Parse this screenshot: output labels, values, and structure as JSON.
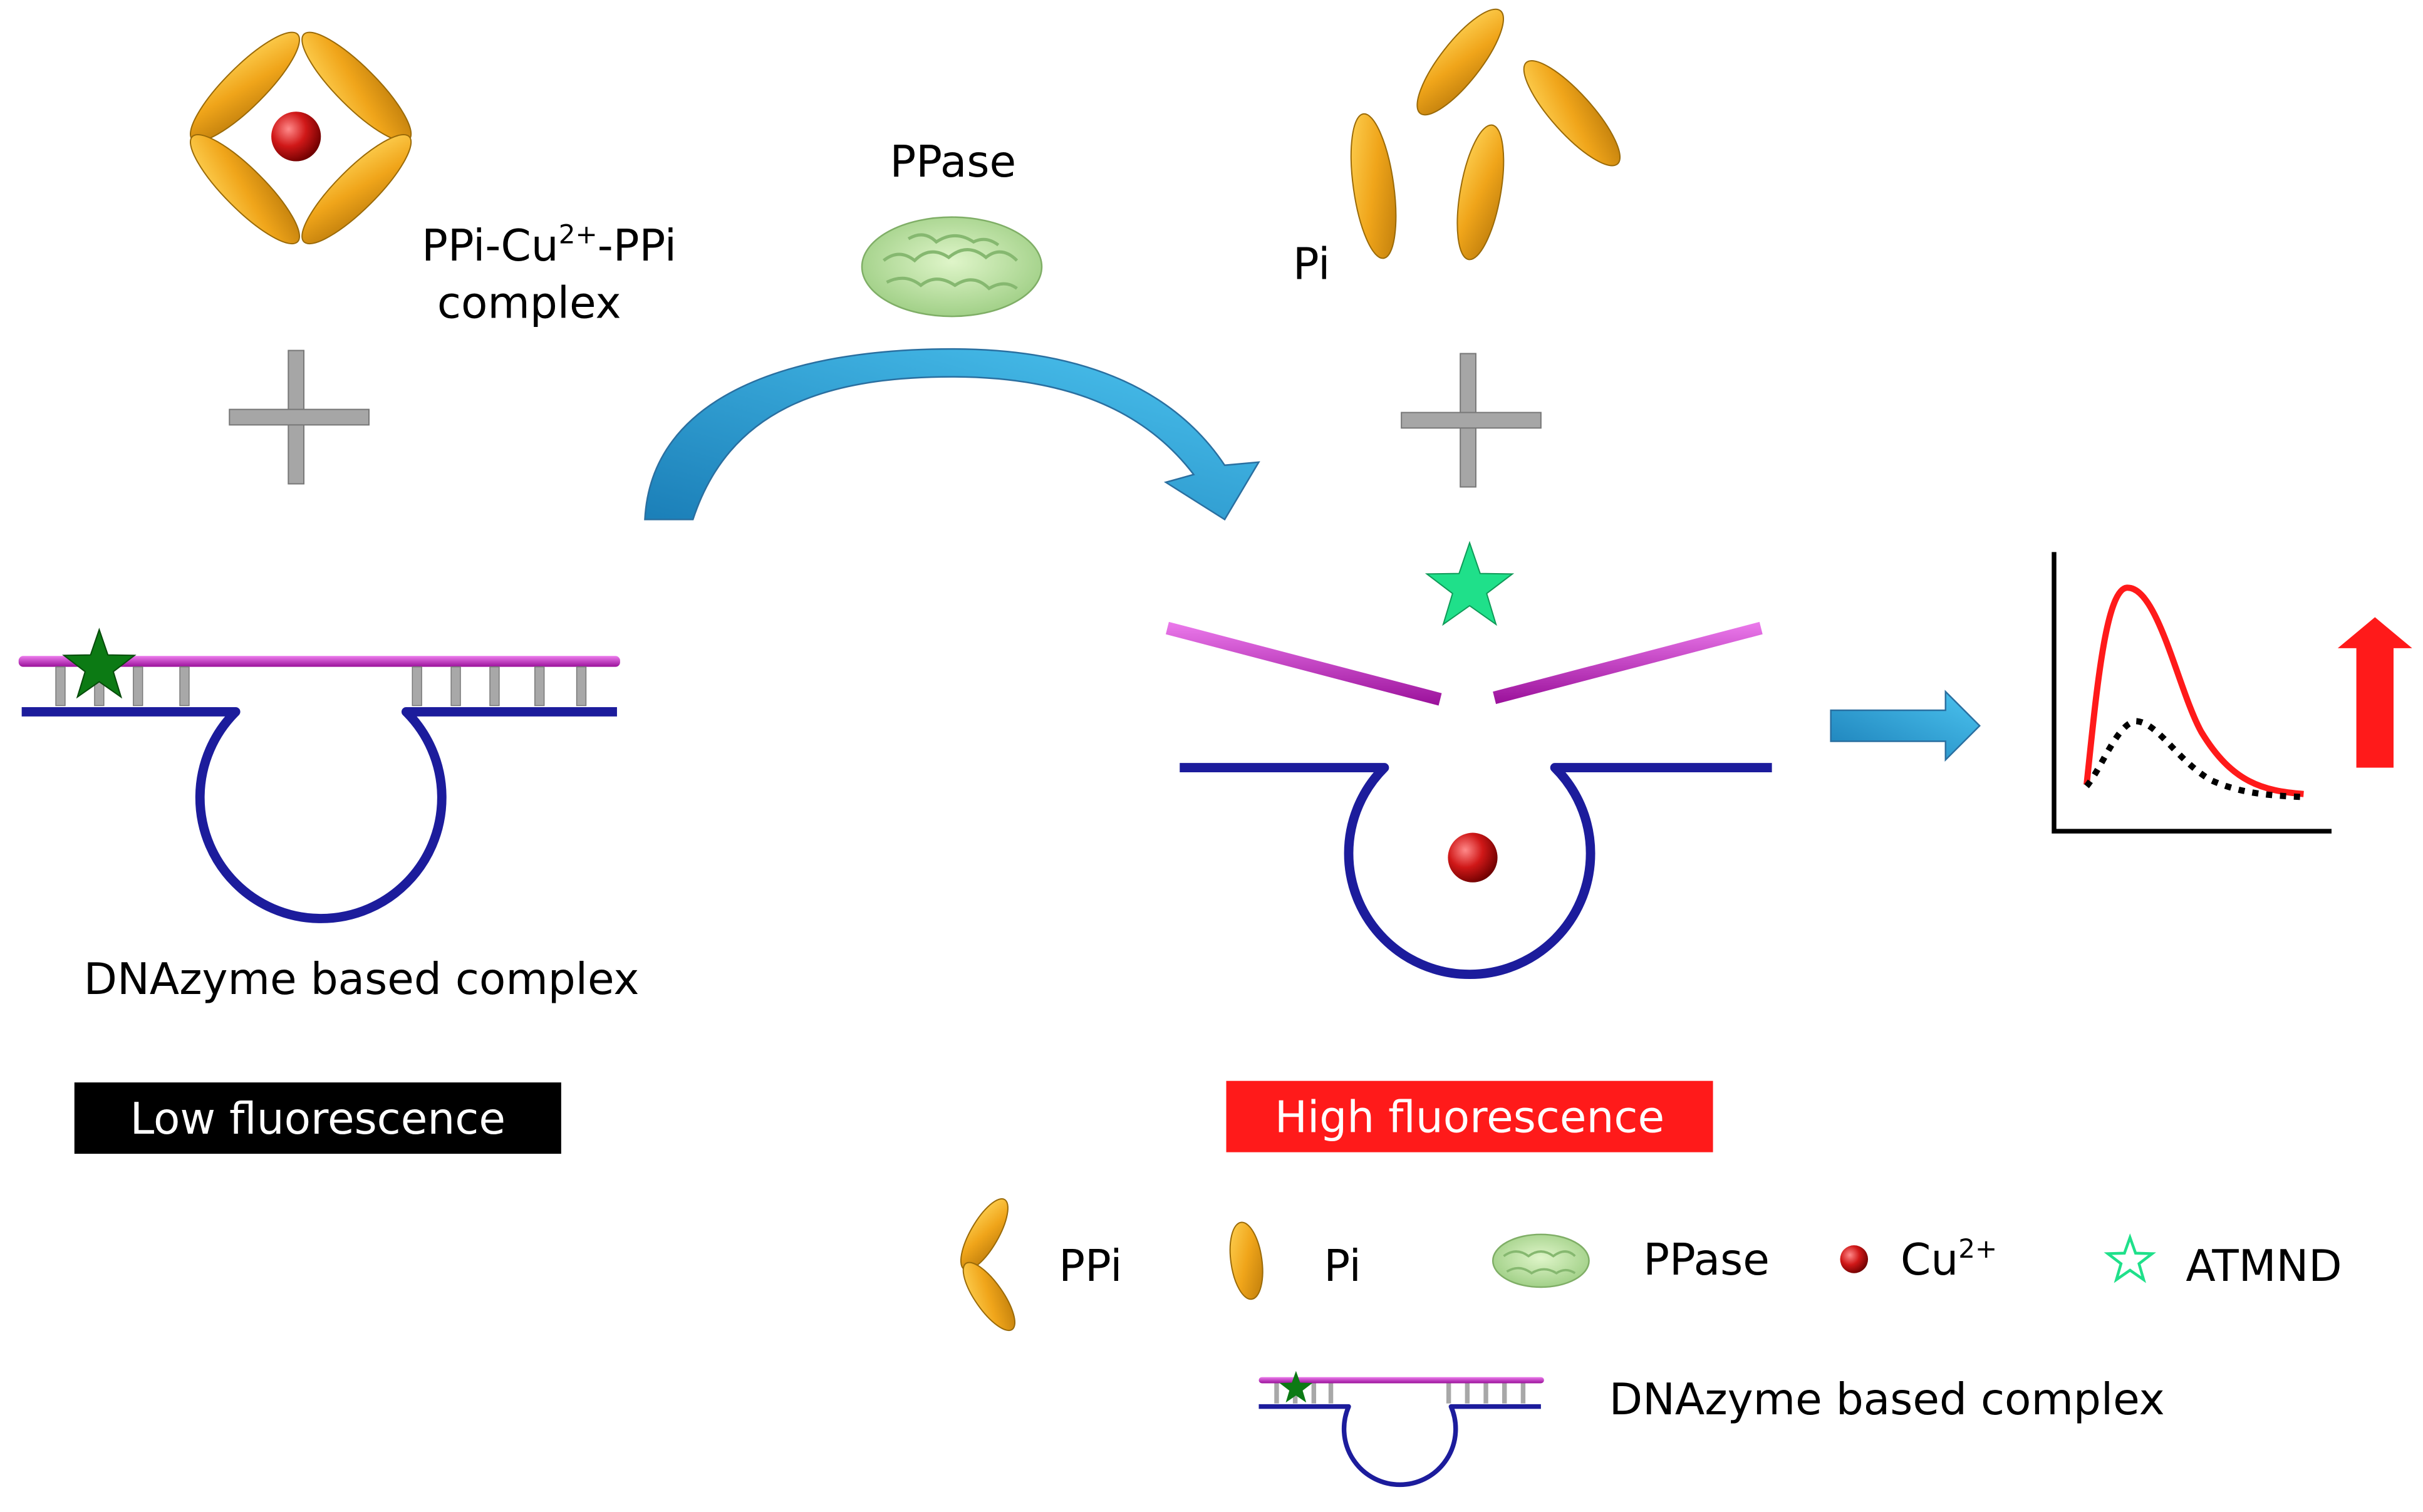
{
  "labels": {
    "complex": "PPi-Cu",
    "complex_sup": "2+",
    "complex_tail": "-PPi",
    "complex_line2": "complex",
    "ppase": "PPase",
    "pi": "Pi",
    "dnazyme": "DNAzyme based complex",
    "low": "Low fluorescence",
    "high": "High fluorescence"
  },
  "legend": {
    "ppi": "PPi",
    "pi": "Pi",
    "ppase": "PPase",
    "cu": "Cu",
    "cu_sup": "2+",
    "atmnd": "ATMND",
    "dnazyme": "DNAzyme based complex"
  },
  "colors": {
    "gold": "#f2b01e",
    "copper": "#c01010",
    "magenta": "#c21fc2",
    "blue": "#1c1c9c",
    "arrow": "#2aa3df",
    "star_green": "#1fe08a",
    "star_dark": "#0c7a14",
    "low_badge": "#000000",
    "high_badge": "#ff1a1a"
  },
  "icons": {
    "enzyme": "ppase-blob-icon",
    "star": "atmnd-star-icon",
    "copper": "copper-ion-icon"
  }
}
